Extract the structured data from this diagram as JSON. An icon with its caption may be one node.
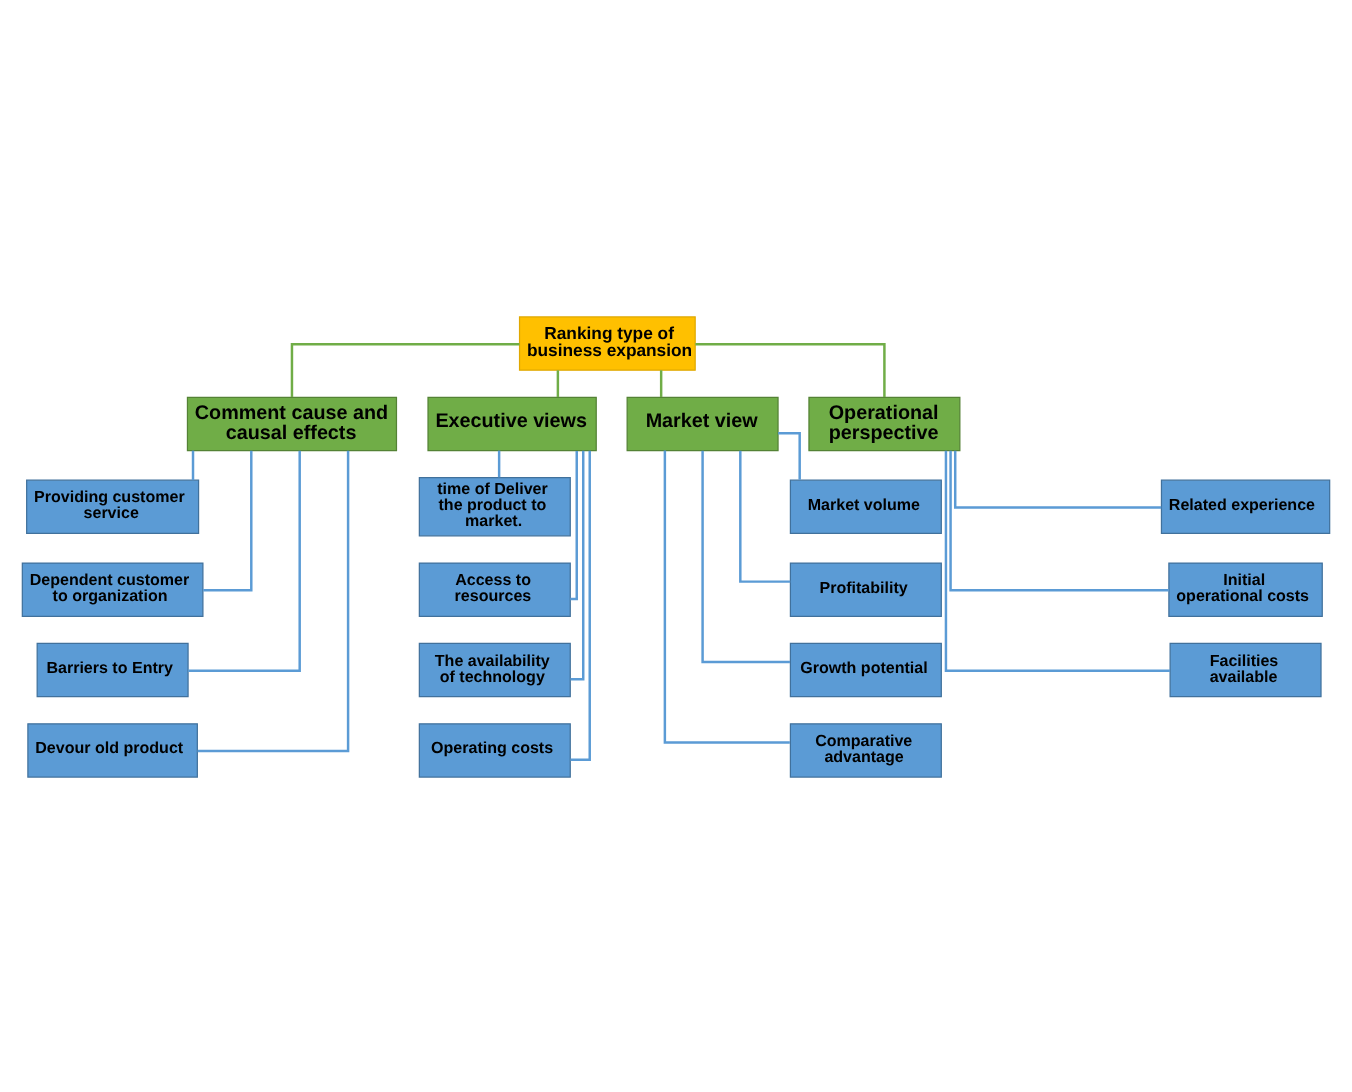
{
  "diagram": {
    "nodes": [
      {
        "text": [
          "Ranking type of business expansion"
        ]
      },
      {
        "text": [
          "Comment cause and causal effects"
        ]
      },
      {
        "text": [
          "Providing customer service"
        ]
      },
      {
        "text": [
          "Dependent customer to organization"
        ]
      },
      {
        "text": [
          "Barriers to Entry"
        ]
      },
      {
        "text": [
          "Devour old product"
        ]
      },
      {
        "text": [
          "Executive views"
        ]
      },
      {
        "text": [
          "time of Deliver the product to market."
        ]
      },
      {
        "text": [
          "Access to resources"
        ]
      },
      {
        "text": [
          "The availability of technology"
        ]
      },
      {
        "text": [
          "Operating costs"
        ]
      },
      {
        "text": [
          "Market view"
        ]
      },
      {
        "text": [
          "Market volume"
        ]
      },
      {
        "text": [
          "Profitability"
        ]
      },
      {
        "text": [
          "Growth potential"
        ]
      },
      {
        "text": [
          "Comparative advantage"
        ]
      },
      {
        "text": [
          "Operational perspective"
        ]
      },
      {
        "text": [
          "Related experience"
        ]
      },
      {
        "text": [
          "Initial operational costs"
        ]
      },
      {
        "text": [
          "Facilities available"
        ]
      }
    ],
    "edges": [
      {
        "from": 0,
        "to": 1,
        "arrow": "none",
        "color": "#70ad47"
      },
      {
        "from": 0,
        "to": 6,
        "arrow": "none",
        "color": "#70ad47"
      },
      {
        "from": 0,
        "to": 11,
        "arrow": "none",
        "color": "#70ad47"
      },
      {
        "from": 0,
        "to": 16,
        "arrow": "none",
        "color": "#70ad47"
      },
      {
        "from": 1,
        "to": 2,
        "arrow": "none"
      },
      {
        "from": 1,
        "to": 3,
        "arrow": "none"
      },
      {
        "from": 1,
        "to": 4,
        "arrow": "none"
      },
      {
        "from": 1,
        "to": 5,
        "arrow": "none"
      },
      {
        "from": 6,
        "to": 7,
        "arrow": "none"
      },
      {
        "from": 6,
        "to": 8,
        "arrow": "none"
      },
      {
        "from": 6,
        "to": 9,
        "arrow": "none"
      },
      {
        "from": 6,
        "to": 10,
        "arrow": "none"
      },
      {
        "from": 11,
        "to": 12,
        "arrow": "none"
      },
      {
        "from": 11,
        "to": 13,
        "arrow": "none"
      },
      {
        "from": 11,
        "to": 14,
        "arrow": "none"
      },
      {
        "from": 11,
        "to": 15,
        "arrow": "none"
      },
      {
        "from": 16,
        "to": 17,
        "arrow": "none"
      },
      {
        "from": 16,
        "to": 18,
        "arrow": "none"
      },
      {
        "from": 16,
        "to": 19,
        "arrow": "none"
      }
    ]
  }
}
